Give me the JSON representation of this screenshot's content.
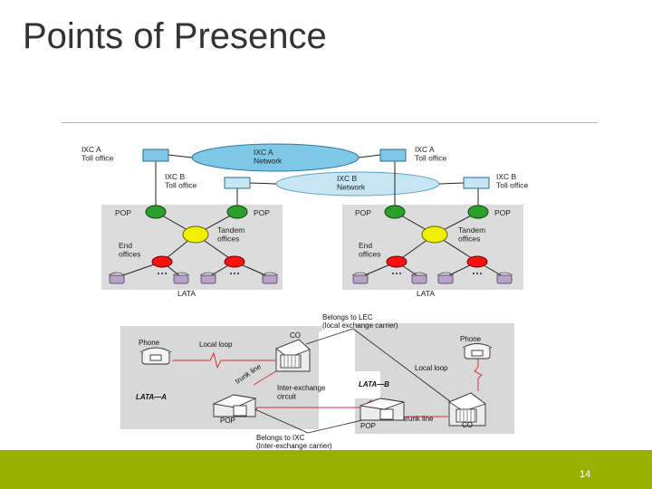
{
  "slide": {
    "title": "Points of Presence",
    "page_number": "14"
  },
  "network_diagram": {
    "ixc_a_toll_office": "IXC A\nToll office",
    "ixc_a_network": "IXC A\nNetwork",
    "ixc_b_toll_office": "IXC B\nToll office",
    "ixc_b_network": "IXC B\nNetwork",
    "pop": "POP",
    "tandem_offices": "Tandem\noffices",
    "end_offices": "End\noffices",
    "lata": "LATA"
  },
  "lata_diagram": {
    "belongs_to_lec": "Belongs to LEC\n(local exchange carrier)",
    "phone": "Phone",
    "local_loop": "Local loop",
    "co": "CO",
    "trunk_line": "trunk line",
    "lata_a": "LATA—A",
    "lata_b": "LATA—B",
    "inter_exchange_circuit": "Inter-exchange\ncircuit",
    "pop": "POP",
    "belongs_to_ixc": "Belongs to IXC\n(Inter-exchange carrier)"
  },
  "colors": {
    "footer": "#98b000",
    "pop_node": "#2aa02a",
    "tandem_node": "#f0f000",
    "end_node": "#ff1010",
    "ellipse_a": "#7fc7e6",
    "ellipse_b": "#c6e6f3",
    "lata_box": "#d9d9d9"
  }
}
